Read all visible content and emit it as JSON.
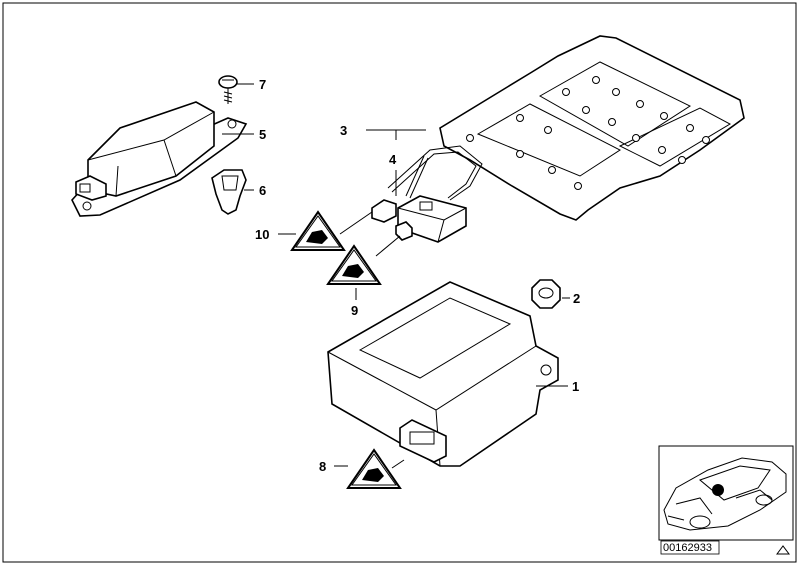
{
  "diagram": {
    "diagram_code": "00162933",
    "callouts": [
      {
        "id": "1",
        "label": "1"
      },
      {
        "id": "2",
        "label": "2"
      },
      {
        "id": "3",
        "label": "3"
      },
      {
        "id": "4",
        "label": "4"
      },
      {
        "id": "5",
        "label": "5"
      },
      {
        "id": "6",
        "label": "6"
      },
      {
        "id": "7",
        "label": "7"
      },
      {
        "id": "8",
        "label": "8"
      },
      {
        "id": "9",
        "label": "9"
      },
      {
        "id": "10",
        "label": "10"
      }
    ],
    "icons": [
      "warning-triangle-icon",
      "car-silhouette-icon",
      "corner-triangle-icon"
    ]
  }
}
